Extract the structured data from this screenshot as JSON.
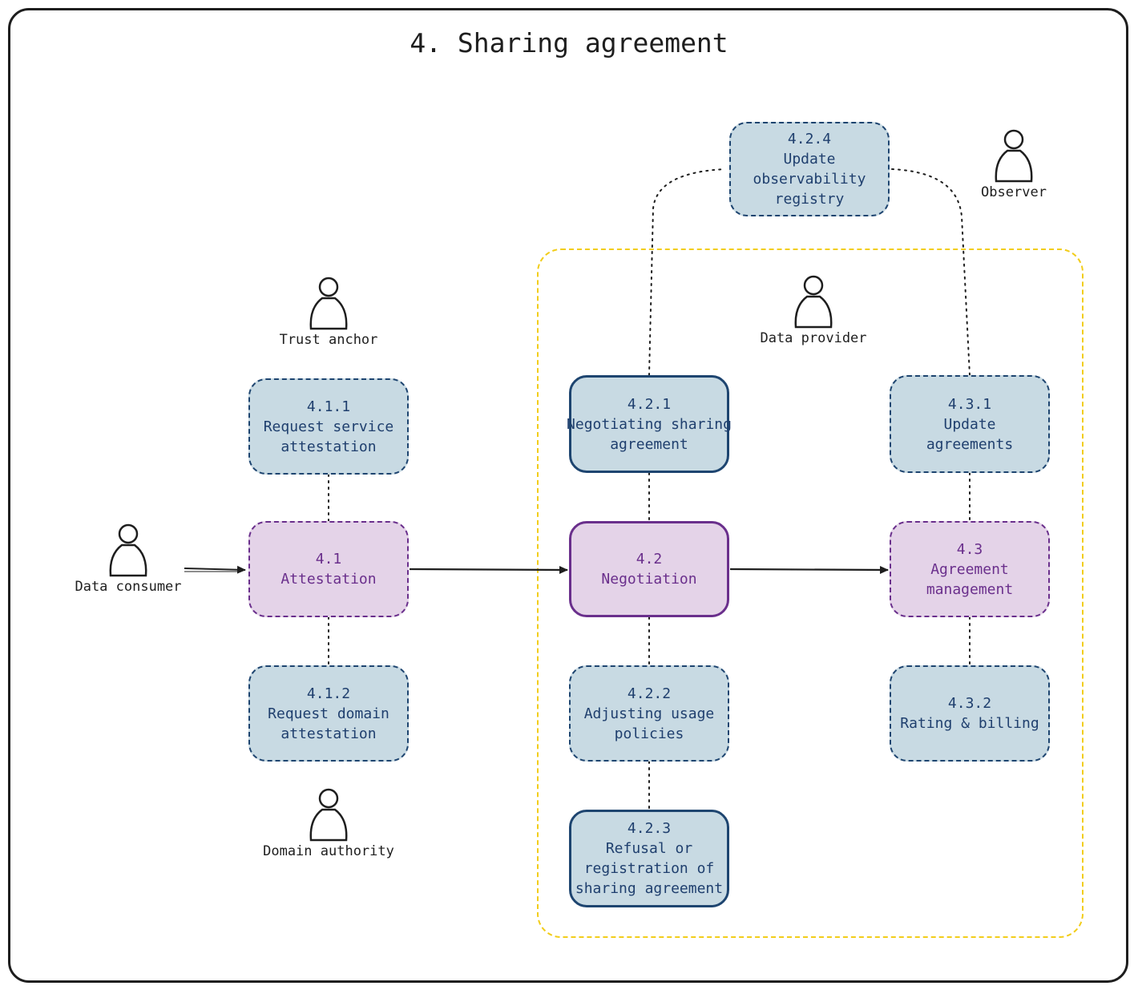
{
  "title": "4. Sharing agreement",
  "actors": {
    "data_consumer": "Data consumer",
    "trust_anchor": "Trust anchor",
    "domain_authority": "Domain authority",
    "data_provider": "Data provider",
    "observer": "Observer"
  },
  "nodes": {
    "n411": {
      "id": "4.1.1",
      "line1": "Request service",
      "line2": "attestation"
    },
    "n41": {
      "id": "4.1",
      "line1": "Attestation"
    },
    "n412": {
      "id": "4.1.2",
      "line1": "Request domain",
      "line2": "attestation"
    },
    "n421": {
      "id": "4.2.1",
      "line1": "Negotiating sharing",
      "line2": "agreement"
    },
    "n42": {
      "id": "4.2",
      "line1": "Negotiation"
    },
    "n422": {
      "id": "4.2.2",
      "line1": "Adjusting usage",
      "line2": "policies"
    },
    "n423": {
      "id": "4.2.3",
      "line1": "Refusal or",
      "line2": "registration of",
      "line3": "sharing agreement"
    },
    "n424": {
      "id": "4.2.4",
      "line1": "Update",
      "line2": "observability",
      "line3": "registry"
    },
    "n431": {
      "id": "4.3.1",
      "line1": "Update",
      "line2": "agreements"
    },
    "n43": {
      "id": "4.3",
      "line1": "Agreement",
      "line2": "management"
    },
    "n432": {
      "id": "4.3.2",
      "line1": "Rating & billing"
    }
  },
  "colors": {
    "blue_fill": "#c8dae3",
    "blue_stroke": "#1e4570",
    "purple_fill": "#e4d3e8",
    "purple_stroke": "#6a2f8c",
    "zone_stroke": "#f2cd1a"
  }
}
